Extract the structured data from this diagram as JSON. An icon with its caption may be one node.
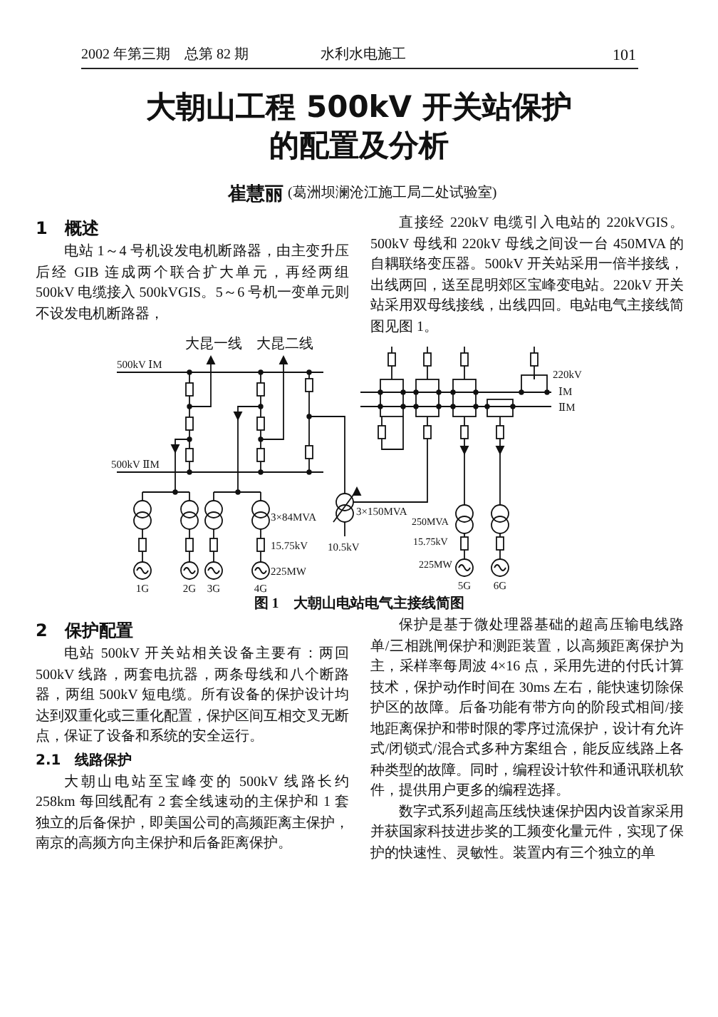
{
  "diagram": {
    "title": "大朝山工程 500kV 开关站保护的配置及分析",
    "caption": "图 1　大朝山电站电气主接线简图",
    "labels": [
      "2002 年第三期　总第 82 期",
      "水利水电施工",
      "101",
      "崔慧丽",
      "(葛洲坝澜沧江施工局二处试验室)",
      "1　概述",
      "电站 1～4 号机设发电机断路器，由主变升压后经 GIB 连成两个联合扩大单元，再经两组 500kV 电缆接入 500kVGIS。5～6 号机一变单元则不设发电机断路器，",
      "直接经 220kV 电缆引入电站的 220kVGIS。500kV 母线和 220kV 母线之间设一台 450MVA 的自耦联络变压器。500kV 开关站采用一倍半接线，出线两回，送至昆明郊区宝峰变电站。220kV 开关站采用双母线接线，出线四回。电站电气主接线简图见图 1。",
      "大昆一线",
      "大昆二线",
      "500kV ⅠM",
      "220kV",
      "ⅠM",
      "ⅡM",
      "500kV ⅡM",
      "3×84MVA",
      "15.75kV",
      "225MW",
      "3×150MVA",
      "10.5kV",
      "250MVA",
      "15.75kV",
      "225MW",
      "1G",
      "2G",
      "3G",
      "4G",
      "5G",
      "6G",
      "2　保护配置",
      "电站 500kV 开关站相关设备主要有：两回 500kV 线路，两套电抗器，两条母线和八个断路器，两组 500kV 短电缆。所有设备的保护设计均达到双重化或三重化配置，保护区间互相交叉无断点，保证了设备和系统的安全运行。",
      "2.1　线路保护",
      "大朝山电站至宝峰变的 500kV 线路长约 258km 每回线配有 2 套全线速动的主保护和 1 套独立的后备保护，即美国公司的高频距离主保护，南京的高频方向主保护和后备距离保护。",
      "保护是基于微处理器基础的超高压输电线路单/三相跳闸保护和测距装置，以高频距离保护为主，采样率每周波 4×16 点，采用先进的付氏计算技术，保护动作时间在 30ms 左右，能快速切除保护区的故障。后备功能有带方向的阶段式相间/接地距离保护和带时限的零序过流保护，设计有允许式/闭锁式/混合式多种方案组合，能反应线路上各种类型的故障。同时，编程设计软件和通讯联机软件，提供用户更多的编程选择。",
      "数字式系列超高压线快速保护因内设首家采用并获国家科技进步奖的工频变化量元件，实现了保护的快速性、灵敏性。装置内有三个独立的单"
    ]
  }
}
